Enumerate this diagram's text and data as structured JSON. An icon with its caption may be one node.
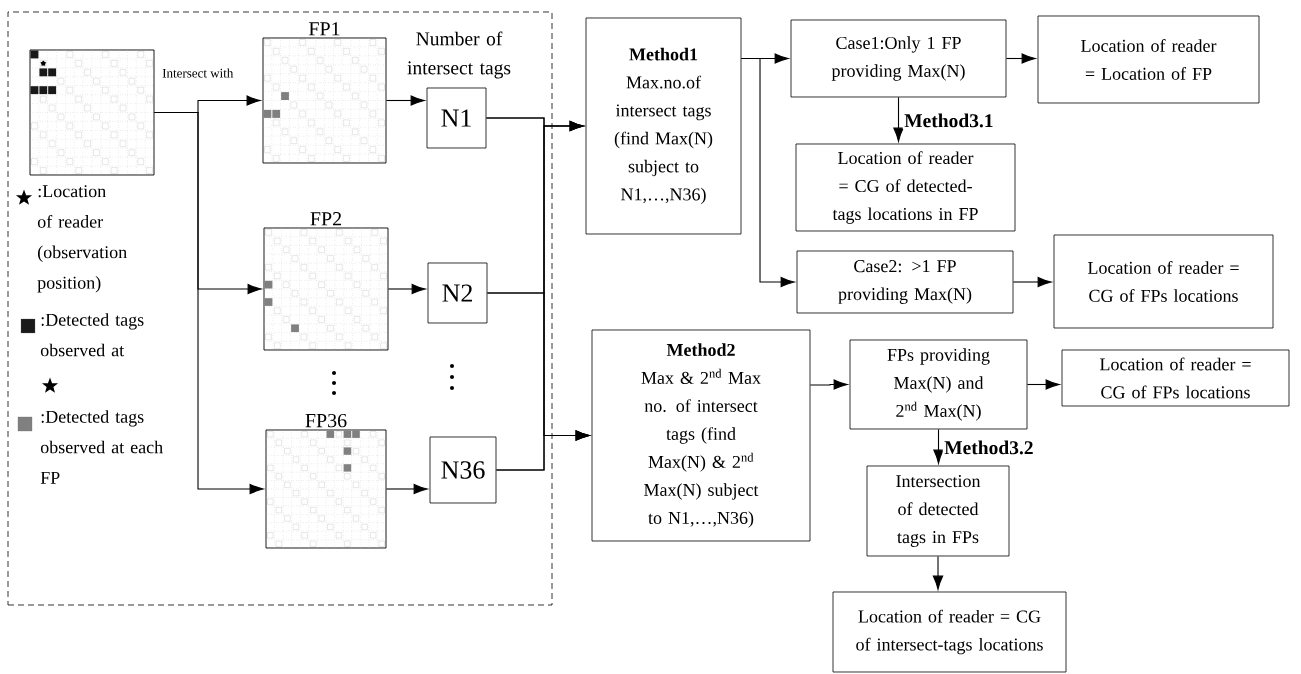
{
  "diagram": {
    "nodes": [
      {
        "text": [],
        "shape": "box"
      },
      {
        "text": [],
        "shape": "picture",
        "in": 0
      },
      {
        "text": [
          "FP1"
        ],
        "in": 0
      },
      {
        "text": [
          "FP2"
        ],
        "in": 0
      },
      {
        "text": [
          "FP36"
        ],
        "in": 0
      },
      {
        "text": [
          "N1"
        ],
        "in": 0
      },
      {
        "text": [
          "N2"
        ],
        "in": 0
      },
      {
        "text": [
          "N36"
        ],
        "in": 0
      },
      {
        "text": [
          "Method1",
          "Max.no.of intersect tags (find Max(N) subject to N1,…,N36)"
        ]
      },
      {
        "text": [
          "Case1:Only 1 FP providing Max(N)"
        ]
      },
      {
        "text": [
          "Location of reader = Location of FP"
        ]
      },
      {
        "text": [
          "Location of reader = CG of detected-tags locations in FP"
        ]
      },
      {
        "text": [
          "Case2: >1 FP providing Max(N)"
        ]
      },
      {
        "text": [
          "Location of reader = CG of  FPs locations"
        ]
      },
      {
        "text": [
          "Method2",
          "Max & 2$^{nd}$ Max no. of intersect tags (find Max(N) & 2$^{nd}$ Max(N) subject to N1,…,N36)"
        ]
      },
      {
        "text": [
          "FPs providing Max(N) and 2$^{nd}$ Max(N)"
        ]
      },
      {
        "text": [
          "Location of reader = CG of FPs locations"
        ]
      },
      {
        "text": [
          "Intersection of detected tags in FPs"
        ]
      },
      {
        "text": [
          "Location of reader = CG of intersect-tags locations"
        ]
      }
    ],
    "edges": [
      {
        "from": 1,
        "to": 2,
        "arrow": "to"
      },
      {
        "from": 1,
        "to": 3,
        "arrow": "to"
      },
      {
        "from": 1,
        "to": 4,
        "arrow": "to"
      },
      {
        "from": 2,
        "to": 5,
        "arrow": "to"
      },
      {
        "from": 3,
        "to": 6,
        "arrow": "to"
      },
      {
        "from": 4,
        "to": 7,
        "arrow": "to"
      },
      {
        "from": 5,
        "to": 8,
        "arrow": "to"
      },
      {
        "from": 6,
        "to": 8,
        "arrow": "to"
      },
      {
        "from": 7,
        "to": 8,
        "arrow": "to"
      },
      {
        "from": 5,
        "to": 14,
        "arrow": "to"
      },
      {
        "from": 6,
        "to": 14,
        "arrow": "to"
      },
      {
        "from": 7,
        "to": 14,
        "arrow": "to"
      },
      {
        "from": 8,
        "to": 9,
        "arrow": "to"
      },
      {
        "from": 8,
        "to": 12,
        "arrow": "to"
      },
      {
        "from": 9,
        "to": 10,
        "arrow": "to"
      },
      {
        "from": 9,
        "to": 11,
        "arrow": "to",
        "label": "Method3.1"
      },
      {
        "from": 12,
        "to": 13,
        "arrow": "to"
      },
      {
        "from": 14,
        "to": 15,
        "arrow": "to"
      },
      {
        "from": 15,
        "to": 16,
        "arrow": "to"
      },
      {
        "from": 15,
        "to": 17,
        "arrow": "to",
        "label": "Method3.2"
      },
      {
        "from": 17,
        "to": 18,
        "arrow": "to"
      }
    ],
    "labels": [
      "Intersect with",
      "Number of intersect tags"
    ],
    "legend": [
      {
        "text": ":Location of reader (observation position)"
      },
      {
        "text": ":Detected tags observed at",
        "color": "#1a1a1a"
      },
      {
        "text": ":Detected tags observed at each FP",
        "color": "#808080"
      }
    ]
  }
}
